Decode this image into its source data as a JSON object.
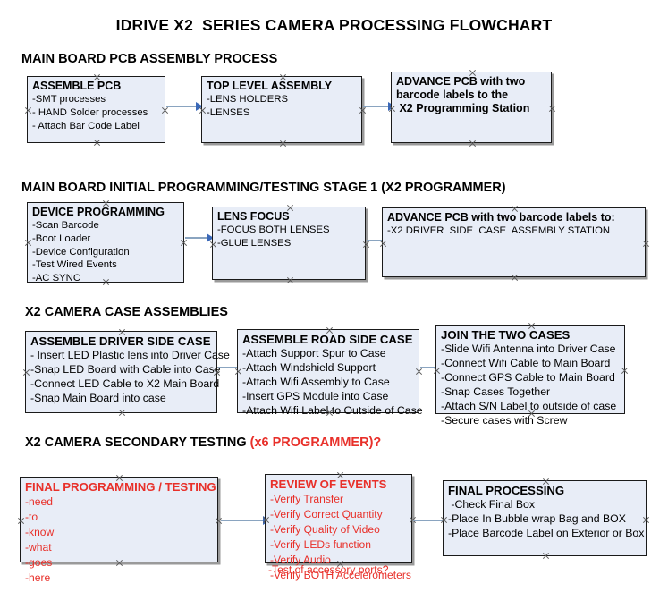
{
  "title": "IDRIVE X2  SERIES CAMERA PROCESSING FLOWCHART",
  "colors": {
    "box_fill": "#e8edf7",
    "box_border": "#1a1a1a",
    "accent_red": "#e8302a",
    "connector_shaft": "#8aa4c0",
    "connector_head": "#3a68b8",
    "text": "#000000"
  },
  "sections": [
    {
      "heading": "MAIN BOARD PCB ASSEMBLY PROCESS",
      "heading_accent": "",
      "nodes": [
        {
          "title": "ASSEMBLE PCB",
          "lines": [
            "-SMT processes",
            "- HAND Solder processes",
            "- Attach Bar Code Label"
          ]
        },
        {
          "title": "TOP LEVEL ASSEMBLY",
          "lines": [
            "-LENS HOLDERS",
            "-LENSES"
          ]
        },
        {
          "title": "ADVANCE PCB with two",
          "lines": [
            "barcode labels to the",
            " X2 Programming Station"
          ]
        }
      ]
    },
    {
      "heading": "MAIN BOARD INITIAL PROGRAMMING/TESTING STAGE 1 (X2 PROGRAMMER)",
      "heading_accent": "",
      "nodes": [
        {
          "title": "DEVICE PROGRAMMING",
          "lines": [
            "-Scan Barcode",
            "-Boot Loader",
            "-Device Configuration",
            "-Test Wired Events",
            "-AC SYNC"
          ]
        },
        {
          "title": "LENS FOCUS",
          "lines": [
            "-FOCUS BOTH LENSES",
            "-GLUE LENSES"
          ]
        },
        {
          "title": "ADVANCE PCB with two barcode labels to:",
          "lines": [
            "-X2 DRIVER  SIDE  CASE  ASSEMBLY STATION"
          ]
        }
      ]
    },
    {
      "heading": "X2 CAMERA CASE ASSEMBLIES",
      "heading_accent": "",
      "nodes": [
        {
          "title": "ASSEMBLE DRIVER SIDE CASE",
          "lines": [
            "- Insert LED Plastic lens into Driver Case",
            "-Snap LED Board with Cable into Case",
            "-Connect LED Cable to X2 Main Board",
            "-Snap Main Board into case"
          ]
        },
        {
          "title": "ASSEMBLE ROAD SIDE CASE",
          "lines": [
            "-Attach Support Spur to Case",
            "-Attach Windshield Support",
            "-Attach Wifi Assembly to Case",
            "-Insert GPS Module into Case",
            "-Attach Wifi Label to Outside of Case"
          ]
        },
        {
          "title": "JOIN THE TWO CASES",
          "lines": [
            "-Slide Wifi Antenna into Driver Case",
            "-Connect Wifi Cable to Main Board",
            "-Connect GPS Cable to Main Board",
            "-Snap Cases Together",
            "-Attach S/N Label to outside of case",
            "-Secure cases with Screw"
          ]
        }
      ]
    },
    {
      "heading": "X2 CAMERA SECONDARY TESTING ",
      "heading_accent": "(x6 PROGRAMMER)?",
      "nodes": [
        {
          "title": "FINAL PROGRAMMING / TESTING",
          "lines": [
            "-need",
            "-to",
            "-know",
            "-what",
            "-goes",
            "-here"
          ]
        },
        {
          "title": "REVIEW OF EVENTS",
          "lines": [
            "-Verify Transfer",
            "-Verify Correct Quantity",
            "-Verify Quality of Video",
            "-Verify LEDs function",
            "-Verify Audio",
            "-Verify BOTH Accelerometers"
          ],
          "overflow_line": "-Test of accessory ports?"
        },
        {
          "title": "FINAL PROCESSING",
          "lines": [
            " -Check Final Box",
            "-Place In Bubble wrap Bag and BOX",
            "-Place Barcode Label on Exterior or Box"
          ]
        }
      ]
    }
  ]
}
